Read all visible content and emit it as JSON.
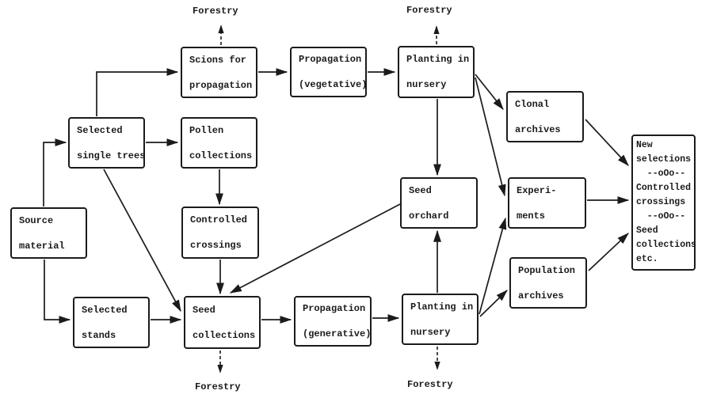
{
  "figure": {
    "kind": "flowchart",
    "topic": "Tree breeding / forestry material flow"
  },
  "colors": {
    "ink": "#1b1b1b",
    "paper": "#ffffff"
  },
  "boxes": {
    "source_material": {
      "label": "Source\nmaterial"
    },
    "selected_single_trees": {
      "label": "Selected\nsingle trees"
    },
    "selected_stands": {
      "label": "Selected\nstands"
    },
    "scions_for_propagation": {
      "label": "Scions for\npropagation"
    },
    "pollen_collections": {
      "label": "Pollen\ncollections"
    },
    "controlled_crossings": {
      "label": "Controlled\ncrossings"
    },
    "seed_collections": {
      "label": "Seed\ncollections"
    },
    "propagation_vegetative": {
      "label": "Propagation\n(vegetative)"
    },
    "propagation_generative": {
      "label": "Propagation\n(generative)"
    },
    "planting_in_nursery_top": {
      "label": "Planting in\nnursery"
    },
    "seed_orchard": {
      "label": "Seed\norchard"
    },
    "planting_in_nursery_bottom": {
      "label": "Planting in\nnursery"
    },
    "clonal_archives": {
      "label": "Clonal\narchives"
    },
    "experiments": {
      "label": "Experi-\nments"
    },
    "population_archives": {
      "label": "Population\narchives"
    },
    "outcomes": {
      "label": "New\nselections\n  --oOo--\nControlled\ncrossings\n  --oOo--\nSeed\ncollections\netc."
    }
  },
  "forestry_labels": {
    "top_left": "Forestry",
    "top_right": "Forestry",
    "bottom_left": "Forestry",
    "bottom_right": "Forestry"
  },
  "connections": [
    {
      "from": "source_material",
      "to": "selected_single_trees",
      "style": "solid"
    },
    {
      "from": "source_material",
      "to": "selected_stands",
      "style": "solid"
    },
    {
      "from": "selected_single_trees",
      "to": "scions_for_propagation",
      "style": "solid"
    },
    {
      "from": "selected_single_trees",
      "to": "pollen_collections",
      "style": "solid"
    },
    {
      "from": "selected_single_trees",
      "to": "seed_collections",
      "style": "solid"
    },
    {
      "from": "selected_stands",
      "to": "seed_collections",
      "style": "solid"
    },
    {
      "from": "pollen_collections",
      "to": "controlled_crossings",
      "style": "solid"
    },
    {
      "from": "controlled_crossings",
      "to": "seed_collections",
      "style": "solid"
    },
    {
      "from": "seed_orchard",
      "to": "seed_collections",
      "style": "solid"
    },
    {
      "from": "scions_for_propagation",
      "to": "propagation_vegetative",
      "style": "solid"
    },
    {
      "from": "propagation_vegetative",
      "to": "planting_in_nursery_top",
      "style": "solid"
    },
    {
      "from": "seed_collections",
      "to": "propagation_generative",
      "style": "solid"
    },
    {
      "from": "propagation_generative",
      "to": "planting_in_nursery_bottom",
      "style": "solid"
    },
    {
      "from": "planting_in_nursery_top",
      "to": "seed_orchard",
      "style": "solid"
    },
    {
      "from": "planting_in_nursery_bottom",
      "to": "seed_orchard",
      "style": "solid"
    },
    {
      "from": "planting_in_nursery_top",
      "to": "clonal_archives",
      "style": "solid"
    },
    {
      "from": "planting_in_nursery_top",
      "to": "experiments",
      "style": "solid"
    },
    {
      "from": "planting_in_nursery_bottom",
      "to": "experiments",
      "style": "solid"
    },
    {
      "from": "planting_in_nursery_bottom",
      "to": "population_archives",
      "style": "solid"
    },
    {
      "from": "clonal_archives",
      "to": "outcomes",
      "style": "solid"
    },
    {
      "from": "experiments",
      "to": "outcomes",
      "style": "solid"
    },
    {
      "from": "population_archives",
      "to": "outcomes",
      "style": "solid"
    },
    {
      "from": "scions_for_propagation",
      "to": "forestry_top_left",
      "style": "dashed"
    },
    {
      "from": "planting_in_nursery_top",
      "to": "forestry_top_right",
      "style": "dashed"
    },
    {
      "from": "seed_collections",
      "to": "forestry_bottom_left",
      "style": "dashed"
    },
    {
      "from": "planting_in_nursery_bottom",
      "to": "forestry_bottom_right",
      "style": "dashed"
    }
  ]
}
